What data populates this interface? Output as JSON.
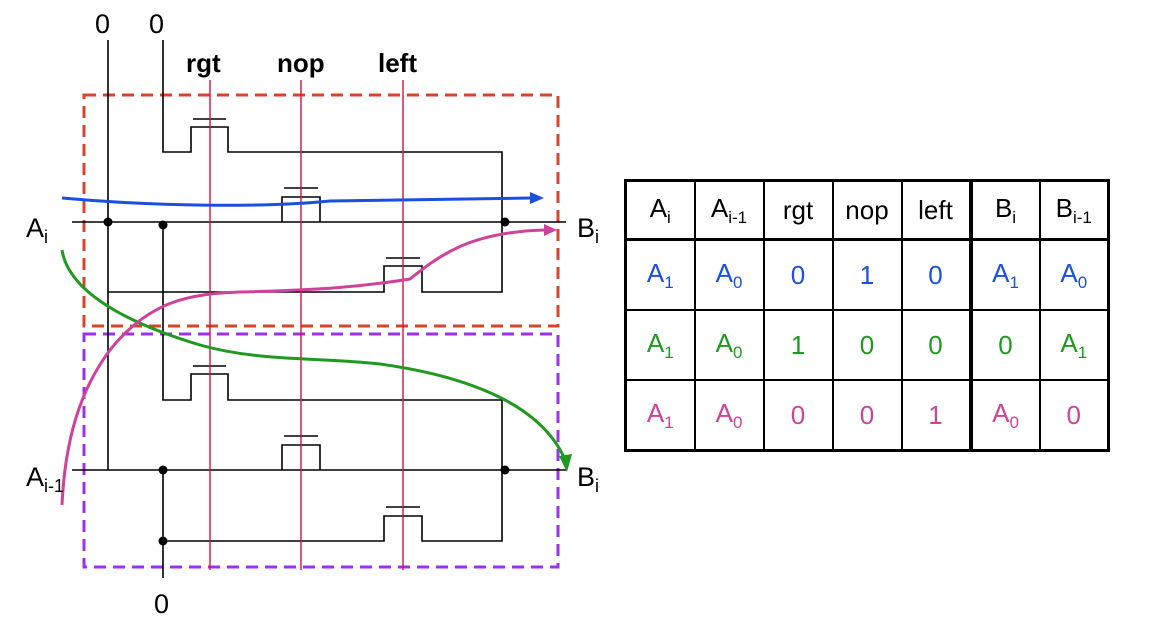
{
  "diagram": {
    "inputs": {
      "top_zero_1": "0",
      "top_zero_2": "0",
      "bottom_zero": "0"
    },
    "controls": {
      "rgt": "rgt",
      "nop": "nop",
      "left": "left"
    },
    "signals": {
      "a_i": {
        "base": "A",
        "sub": "i"
      },
      "a_im1": {
        "base": "A",
        "sub": "i-1"
      },
      "b_i": {
        "base": "B",
        "sub": "i"
      },
      "b_im1": {
        "base": "B",
        "sub": "i-1"
      }
    },
    "colors": {
      "wire": "#000000",
      "control_line": "#d8123a",
      "box_stage_i": "#d9432a",
      "box_stage_im1": "#9b30f0",
      "path_nop": "#1a4fe0",
      "path_rgt": "#1f9a1f",
      "path_left": "#d0429a"
    }
  },
  "table": {
    "headers": [
      {
        "base": "A",
        "sub": "i"
      },
      {
        "base": "A",
        "sub": "i-1"
      },
      {
        "base": "rgt",
        "sub": ""
      },
      {
        "base": "nop",
        "sub": ""
      },
      {
        "base": "left",
        "sub": ""
      },
      {
        "base": "B",
        "sub": "i"
      },
      {
        "base": "B",
        "sub": "i-1"
      }
    ],
    "rows": [
      {
        "color": "#1a4fe0",
        "cells": [
          {
            "base": "A",
            "sub": "1"
          },
          {
            "base": "A",
            "sub": "0"
          },
          {
            "base": "0",
            "sub": ""
          },
          {
            "base": "1",
            "sub": ""
          },
          {
            "base": "0",
            "sub": ""
          },
          {
            "base": "A",
            "sub": "1"
          },
          {
            "base": "A",
            "sub": "0"
          }
        ]
      },
      {
        "color": "#1f9a1f",
        "cells": [
          {
            "base": "A",
            "sub": "1"
          },
          {
            "base": "A",
            "sub": "0"
          },
          {
            "base": "1",
            "sub": ""
          },
          {
            "base": "0",
            "sub": ""
          },
          {
            "base": "0",
            "sub": ""
          },
          {
            "base": "0",
            "sub": ""
          },
          {
            "base": "A",
            "sub": "1"
          }
        ]
      },
      {
        "color": "#d0429a",
        "cells": [
          {
            "base": "A",
            "sub": "1"
          },
          {
            "base": "A",
            "sub": "0"
          },
          {
            "base": "0",
            "sub": ""
          },
          {
            "base": "0",
            "sub": ""
          },
          {
            "base": "1",
            "sub": ""
          },
          {
            "base": "A",
            "sub": "0"
          },
          {
            "base": "0",
            "sub": ""
          }
        ]
      }
    ]
  }
}
